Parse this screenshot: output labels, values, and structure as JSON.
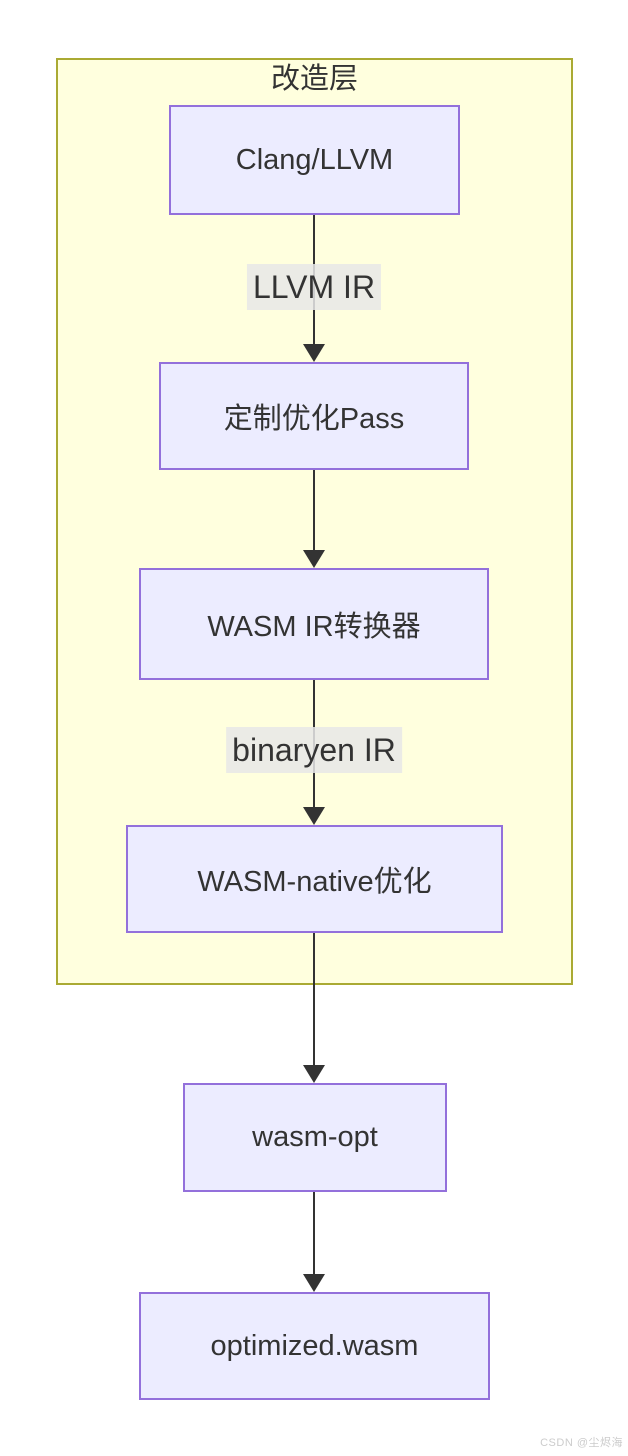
{
  "diagram": {
    "type": "flowchart",
    "direction": "top-down",
    "container": {
      "title": "改造层"
    },
    "nodes": [
      {
        "id": "clang_llvm",
        "label": "Clang/LLVM"
      },
      {
        "id": "custom_opt_pass",
        "label": "定制优化Pass"
      },
      {
        "id": "wasm_ir_converter",
        "label": "WASM IR转换器"
      },
      {
        "id": "wasm_native_opt",
        "label": "WASM-native优化"
      },
      {
        "id": "wasm_opt",
        "label": "wasm-opt"
      },
      {
        "id": "optimized_wasm",
        "label": "optimized.wasm"
      }
    ],
    "edges": [
      {
        "from": "clang_llvm",
        "to": "custom_opt_pass",
        "label": "LLVM IR"
      },
      {
        "from": "custom_opt_pass",
        "to": "wasm_ir_converter",
        "label": ""
      },
      {
        "from": "wasm_ir_converter",
        "to": "wasm_native_opt",
        "label": "binaryen IR"
      },
      {
        "from": "wasm_native_opt",
        "to": "wasm_opt",
        "label": ""
      },
      {
        "from": "wasm_opt",
        "to": "optimized_wasm",
        "label": ""
      }
    ],
    "colors": {
      "node_fill": "#ECECFF",
      "node_border": "#9370DB",
      "container_fill": "#FFFFDE",
      "container_border": "#AAAA33",
      "edge_line": "#333333",
      "edge_label_bg": "#E8E8E8",
      "text": "#333333"
    }
  },
  "watermark": {
    "text": "CSDN @尘烬海"
  }
}
